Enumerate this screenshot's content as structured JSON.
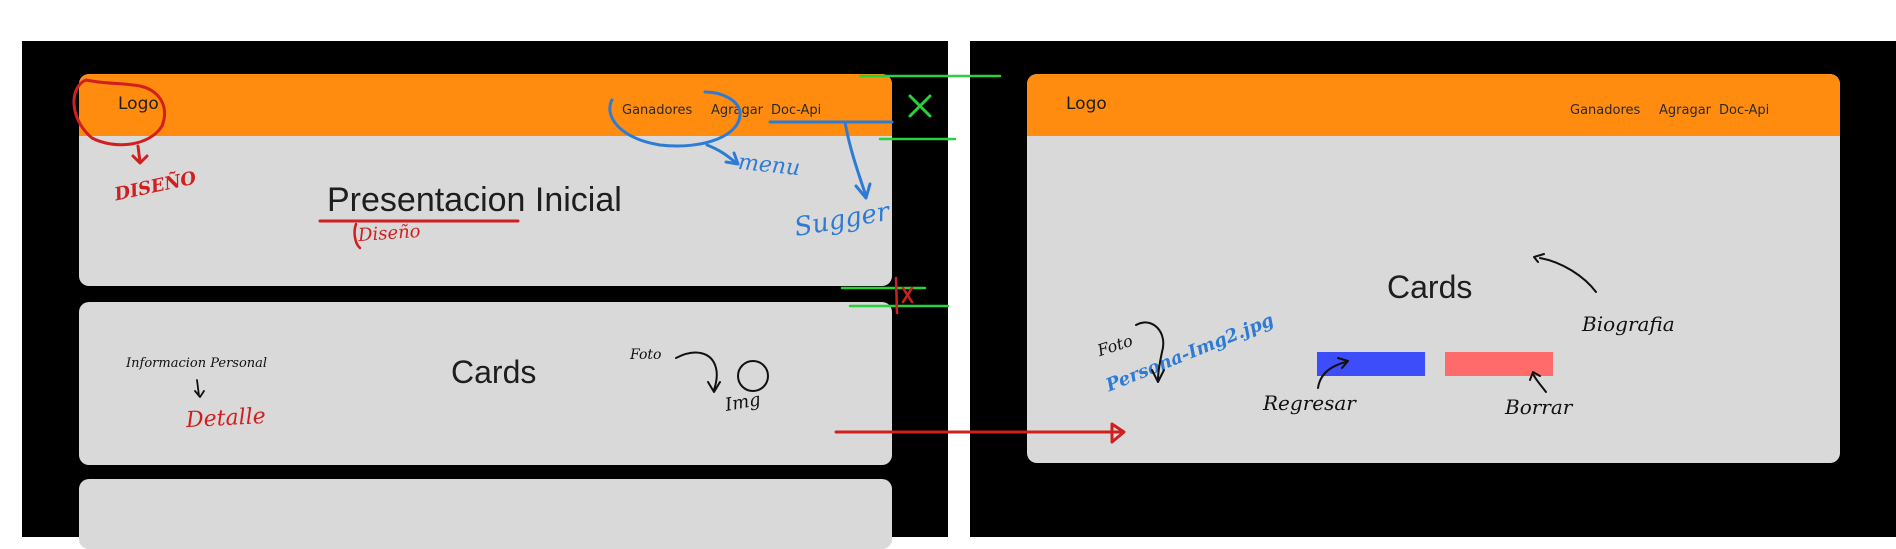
{
  "left": {
    "header": {
      "logo": "Logo",
      "nav": [
        "Ganadores",
        "Agragar",
        "Doc-Api"
      ]
    },
    "hero_title": "Presentacion Inicial",
    "cards_title": "Cards",
    "annotations": {
      "diseno_logo": "DISEÑO",
      "diseno_title": "Diseño",
      "menu": "menu",
      "sugger": "Sugger",
      "info_personal": "Informacion Personal",
      "detalle": "Detalle",
      "foto": "Foto",
      "img": "Img"
    }
  },
  "right": {
    "header": {
      "logo": "Logo",
      "nav": [
        "Ganadores",
        "Agragar",
        "Doc-Api"
      ]
    },
    "cards_title": "Cards",
    "annotations": {
      "biografia": "Biografia",
      "foto": "Foto",
      "persona_img": "Persona-Img2.jpg",
      "regresar": "Regresar",
      "borrar": "Borrar"
    },
    "buttons": [
      {
        "color": "#3d4dfa"
      },
      {
        "color": "#ff6b6b"
      }
    ]
  },
  "colors": {
    "header": "#ff8c0f",
    "card": "#d9d9d9",
    "board": "#000000",
    "ink_red": "#d11f1f",
    "ink_blue": "#2e7bd6",
    "ink_green": "#2bd13b"
  }
}
